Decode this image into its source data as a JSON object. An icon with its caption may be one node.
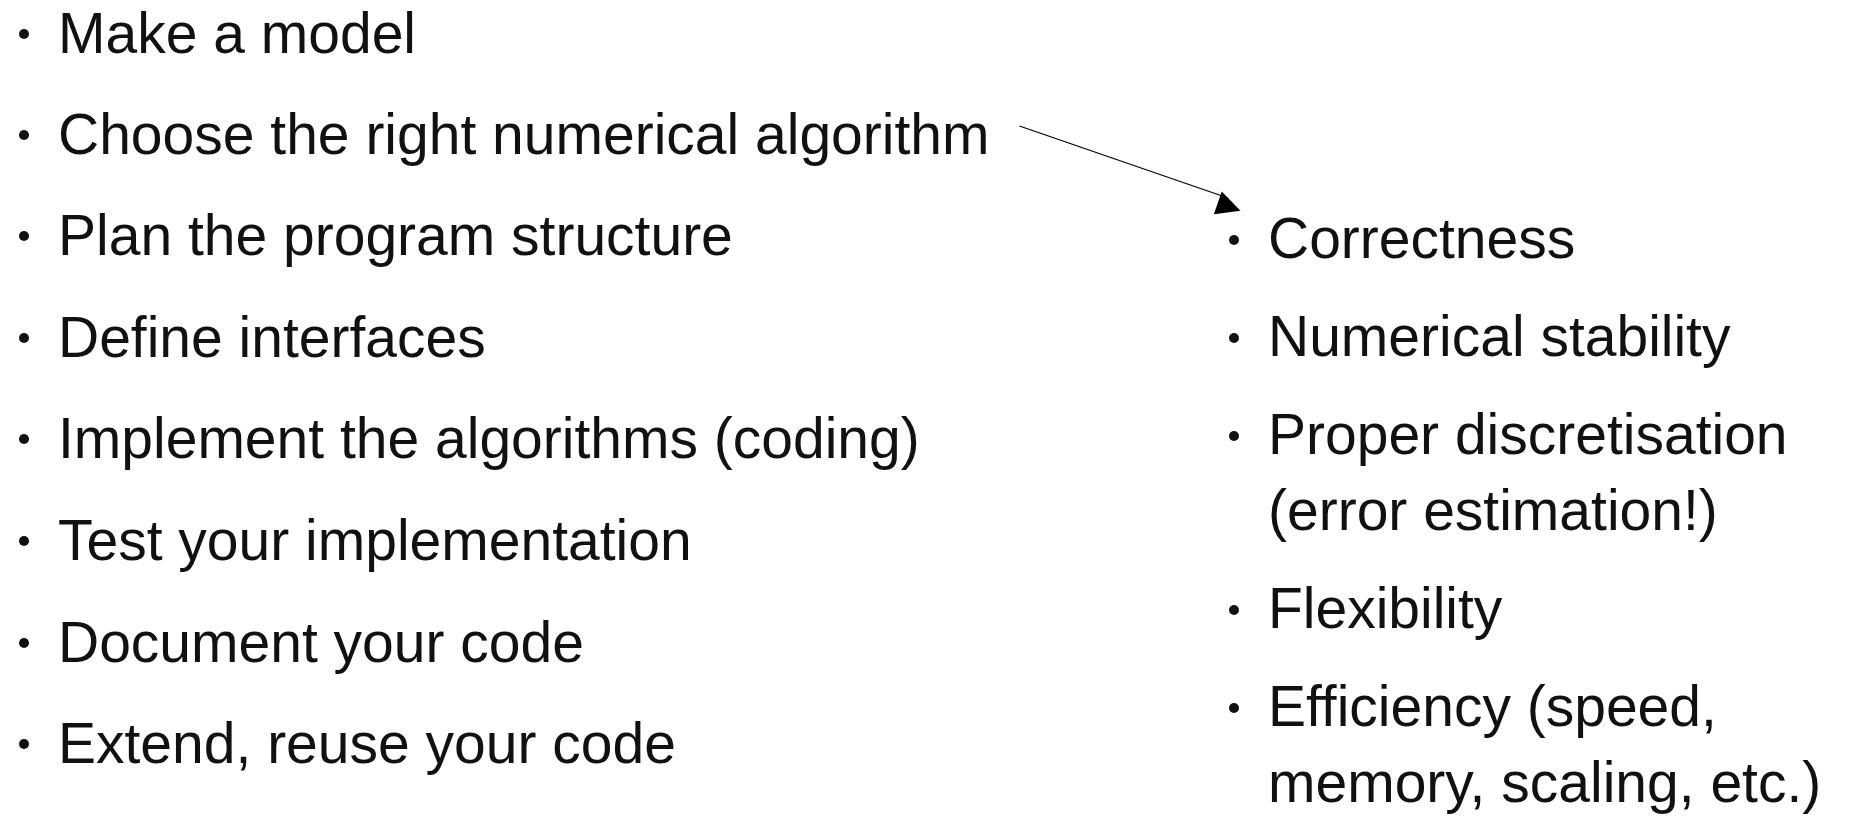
{
  "diagram": {
    "nodes": [
      {
        "text": [
          "Choose the right numerical algorithm"
        ]
      },
      {
        "text": [
          "Correctness",
          "Numerical stability",
          "Proper discretisation (error estimation!)",
          "Flexibility",
          "Efficiency (speed, memory, scaling, etc.)"
        ]
      }
    ],
    "edges": [
      {
        "from": 0,
        "to": 1,
        "arrow": "to"
      }
    ],
    "labels": [
      "Make a model",
      "Plan the program structure",
      "Define interfaces",
      "Implement the algorithms (coding)",
      "Test your implementation",
      "Document your code",
      "Extend, reuse your code"
    ]
  }
}
